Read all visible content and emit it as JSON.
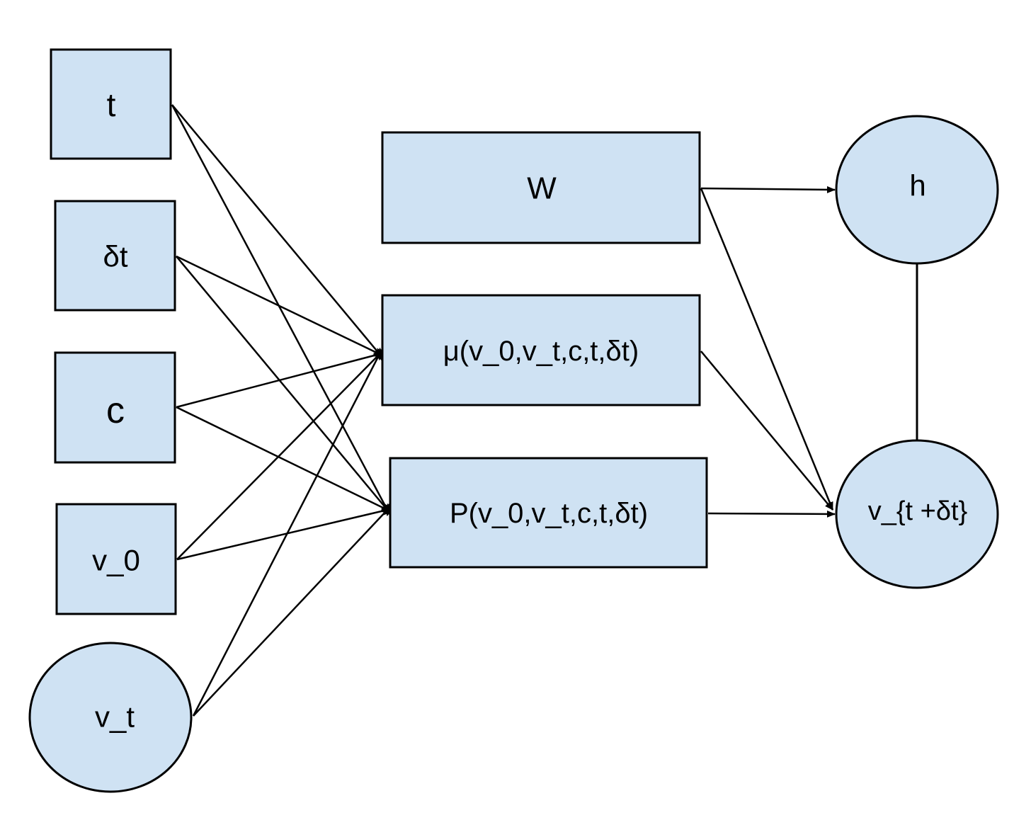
{
  "nodes": {
    "t": {
      "label": "t"
    },
    "dt": {
      "label": "δt"
    },
    "c": {
      "label": "c"
    },
    "v0": {
      "label": "v_0"
    },
    "vt": {
      "label": "v_t"
    },
    "W": {
      "label": "W"
    },
    "mu": {
      "label": "μ(v_0,v_t,c,t,δt)"
    },
    "P": {
      "label": "P(v_0,v_t,c,t,δt)"
    },
    "h": {
      "label": "h"
    },
    "vnext": {
      "label": "v_{t +δt}"
    }
  },
  "edges": [
    {
      "from": "t",
      "to": "mu",
      "type": "dot-arrow"
    },
    {
      "from": "t",
      "to": "P",
      "type": "dot-arrow"
    },
    {
      "from": "dt",
      "to": "mu",
      "type": "dot-arrow"
    },
    {
      "from": "dt",
      "to": "P",
      "type": "dot-arrow"
    },
    {
      "from": "c",
      "to": "mu",
      "type": "dot-arrow"
    },
    {
      "from": "c",
      "to": "P",
      "type": "dot-arrow"
    },
    {
      "from": "v0",
      "to": "mu",
      "type": "dot-arrow"
    },
    {
      "from": "v0",
      "to": "P",
      "type": "dot-arrow"
    },
    {
      "from": "vt",
      "to": "mu",
      "type": "dot-arrow"
    },
    {
      "from": "vt",
      "to": "P",
      "type": "dot-arrow"
    },
    {
      "from": "W",
      "to": "h",
      "type": "arrow"
    },
    {
      "from": "W",
      "to": "vnext",
      "type": "arrow"
    },
    {
      "from": "mu",
      "to": "vnext",
      "type": "arrow"
    },
    {
      "from": "P",
      "to": "vnext",
      "type": "arrow"
    },
    {
      "from": "h",
      "to": "vnext",
      "type": "line"
    }
  ],
  "colors": {
    "node_fill": "#cfe2f3",
    "stroke": "#000000",
    "background": "#ffffff"
  }
}
